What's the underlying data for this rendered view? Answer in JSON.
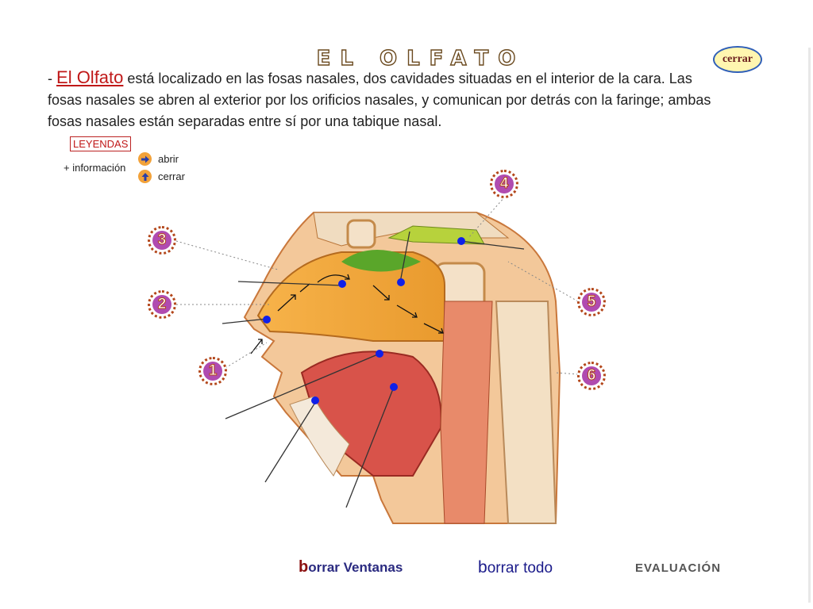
{
  "header": {
    "title": "EL OLFATO",
    "close_label": "cerrar"
  },
  "intro": {
    "dash": "-",
    "lead": "El Olfato",
    "text": " está localizado en las fosas nasales, dos cavidades situadas en el interior de la cara. Las fosas nasales se abren al exterior por los orificios nasales, y comunican por detrás con la faringe; ambas fosas nasales están separadas entre sí por una tabique nasal."
  },
  "legend": {
    "title": "LEYENDAS",
    "info_label": "+ información",
    "open_label": "abrir",
    "close_label": "cerrar",
    "open_icon": "arrow-right-icon",
    "close_icon": "arrow-up-icon",
    "icon_color": "#f2a23a"
  },
  "markers": [
    {
      "id": "marker-1",
      "label": "1"
    },
    {
      "id": "marker-2",
      "label": "2"
    },
    {
      "id": "marker-3",
      "label": "3"
    },
    {
      "id": "marker-4",
      "label": "4"
    },
    {
      "id": "marker-5",
      "label": "5"
    },
    {
      "id": "marker-6",
      "label": "6"
    }
  ],
  "footer": {
    "clear_windows_cap": "b",
    "clear_windows_rest": "orrar Ventanas",
    "clear_all_cap": "b",
    "clear_all_rest": "orrar todo",
    "evaluation": "EVALUACIÓN"
  },
  "colors": {
    "accent_red": "#c01818",
    "marker_purple": "#b04bb0",
    "marker_border": "#b3461a"
  }
}
